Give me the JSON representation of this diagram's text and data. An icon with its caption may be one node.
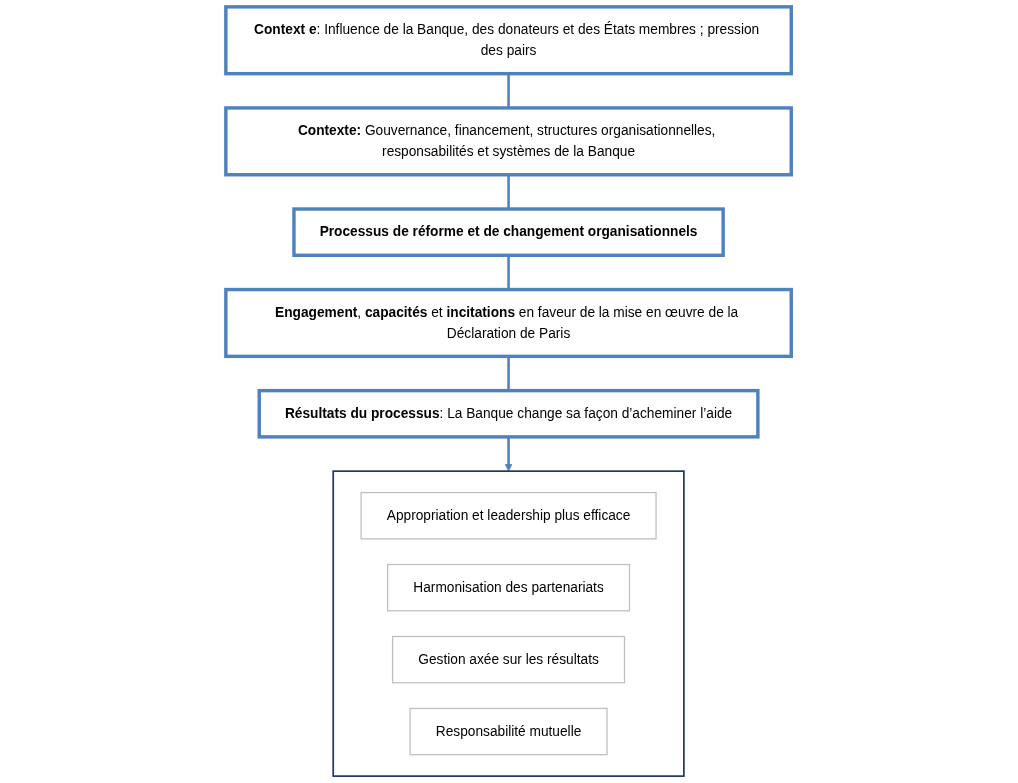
{
  "diagram": {
    "nodes": [
      {
        "text": [
          "**Context e**: Influence de la Banque, des donateurs et des États membres ; pression des pairs"
        ]
      },
      {
        "text": [
          "**Contexte:** Gouvernance, financement, structures organisationnelles, responsabilités et systèmes de la Banque"
        ]
      },
      {
        "text": [
          "Processus de réforme et de changement organisationnels"
        ]
      },
      {
        "text": [
          "**Engagement**, **capacités** et **incitations** en faveur de la mise en œuvre de la Déclaration de Paris"
        ]
      },
      {
        "text": [
          "**Résultats du processus**: La Banque change sa façon d’acheminer l’aide"
        ]
      },
      {
        "text": [],
        "shape": "box"
      },
      {
        "text": [
          "Appropriation et leadership plus efficace"
        ],
        "in": 5
      },
      {
        "text": [
          "Harmonisation des partenariats"
        ],
        "in": 5
      },
      {
        "text": [
          "Gestion axée sur les résultats"
        ],
        "in": 5
      },
      {
        "text": [
          "Responsabilité mutuelle"
        ],
        "in": 5
      }
    ],
    "edges": [
      {
        "from": 0,
        "to": 1,
        "arrow": "none"
      },
      {
        "from": 1,
        "to": 2,
        "arrow": "none"
      },
      {
        "from": 2,
        "to": 3,
        "arrow": "none"
      },
      {
        "from": 3,
        "to": 4,
        "arrow": "none"
      },
      {
        "from": 4,
        "to": 5,
        "arrow": "to"
      }
    ]
  }
}
